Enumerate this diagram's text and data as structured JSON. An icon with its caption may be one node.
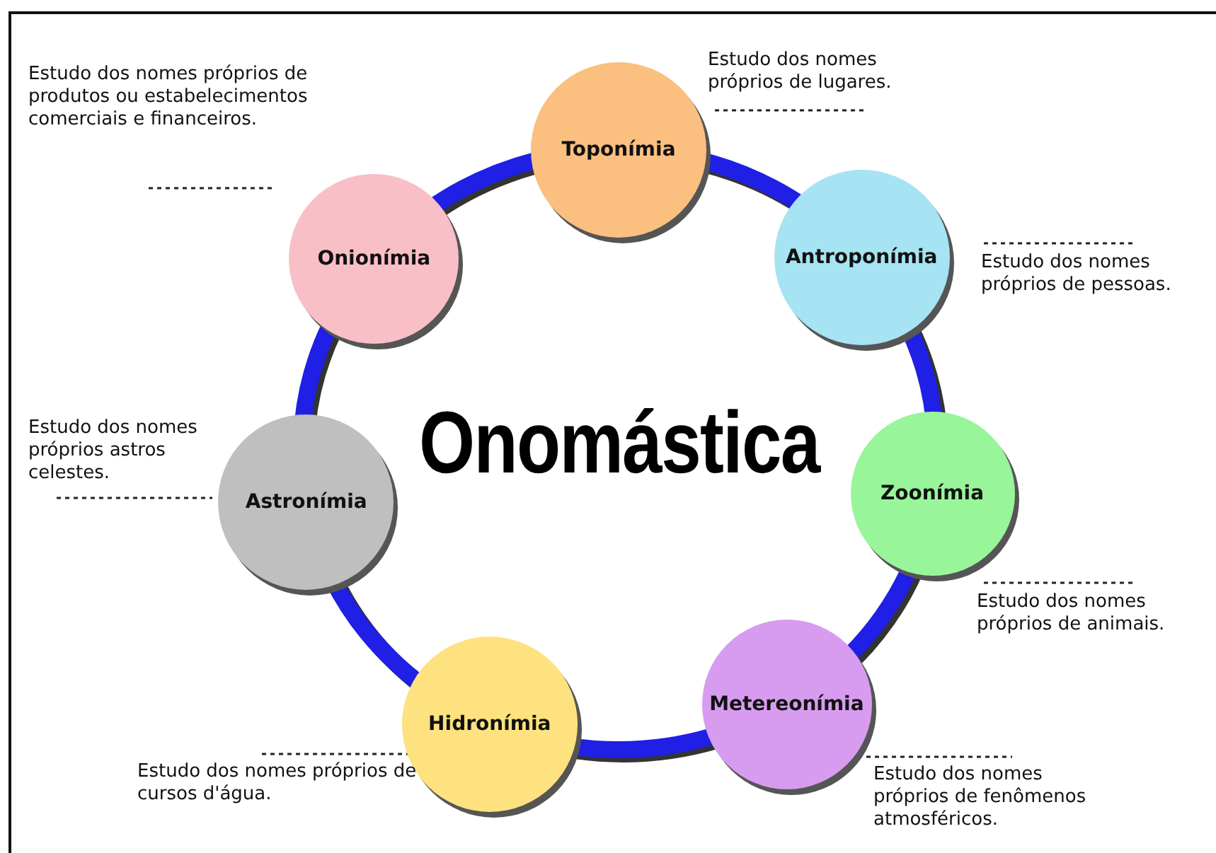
{
  "diagram": {
    "title": "Onomástica",
    "nodes": [
      {
        "text": [
          "Toponímia"
        ],
        "beside": [
          "Estudo dos nomes próprios de lugares."
        ]
      },
      {
        "text": [
          "Antroponímia"
        ],
        "beside": [
          "Estudo dos nomes próprios de pessoas."
        ]
      },
      {
        "text": [
          "Zoonímia"
        ],
        "beside": [
          "Estudo dos nomes próprios de animais."
        ]
      },
      {
        "text": [
          "Metereonímia"
        ],
        "beside": [
          "Estudo dos nomes próprios de fenômenos atmosféricos."
        ]
      },
      {
        "text": [
          "Hidronímia"
        ],
        "beside": [
          "Estudo dos nomes próprios de cursos d'água."
        ]
      },
      {
        "text": [
          "Astronímia"
        ],
        "beside": [
          "Estudo dos nomes próprios astros celestes."
        ]
      },
      {
        "text": [
          "Onionímia"
        ],
        "beside": [
          "Estudo dos nomes próprios de produtos ou estabelecimentos comerciais e financeiros."
        ]
      }
    ],
    "edges": [
      {
        "from": 0,
        "to": 1,
        "arrow": "none"
      },
      {
        "from": 1,
        "to": 2,
        "arrow": "none"
      },
      {
        "from": 2,
        "to": 3,
        "arrow": "none"
      },
      {
        "from": 3,
        "to": 4,
        "arrow": "none"
      },
      {
        "from": 4,
        "to": 5,
        "arrow": "none"
      },
      {
        "from": 5,
        "to": 6,
        "arrow": "none"
      },
      {
        "from": 6,
        "to": 0,
        "arrow": "none"
      }
    ]
  }
}
